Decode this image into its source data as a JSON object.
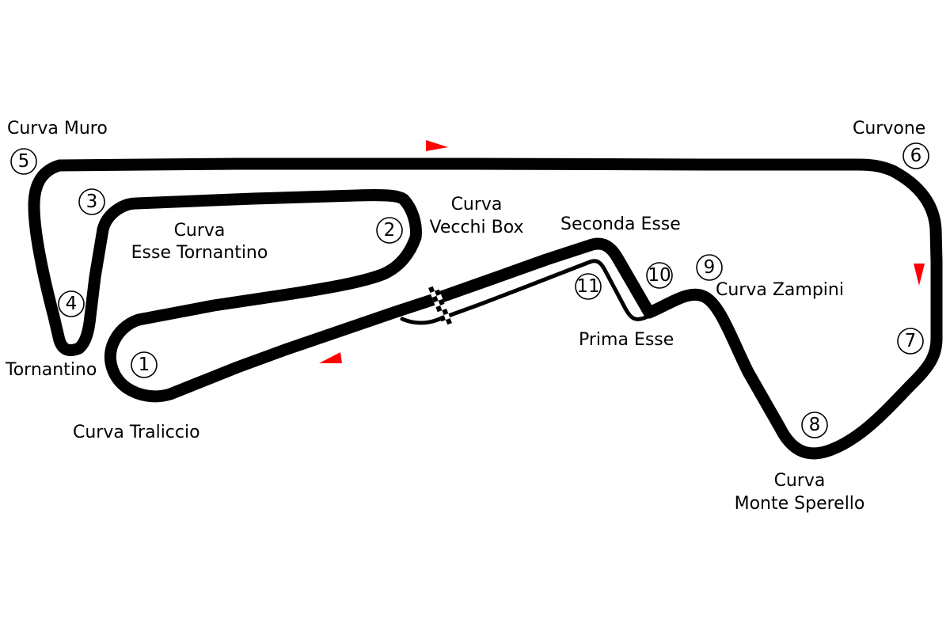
{
  "map": {
    "track_color": "#000000",
    "arrow_color": "#ff0000",
    "background": "#ffffff",
    "direction": "clockwise",
    "corner_labels": {
      "curva_muro": "Curva Muro",
      "curvone": "Curvone",
      "curva_vecchi_box_1": "Curva",
      "curva_vecchi_box_2": "Vecchi Box",
      "curva_esse_tornantino_1": "Curva",
      "curva_esse_tornantino_2": "Esse Tornantino",
      "seconda_esse": "Seconda Esse",
      "curva_zampini": "Curva Zampini",
      "prima_esse": "Prima Esse",
      "tornantino": "Tornantino",
      "curva_traliccio": "Curva Traliccio",
      "curva_monte_sperello_1": "Curva",
      "curva_monte_sperello_2": "Monte Sperello"
    },
    "turn_numbers": [
      "1",
      "2",
      "3",
      "4",
      "5",
      "6",
      "7",
      "8",
      "9",
      "10",
      "11"
    ]
  }
}
